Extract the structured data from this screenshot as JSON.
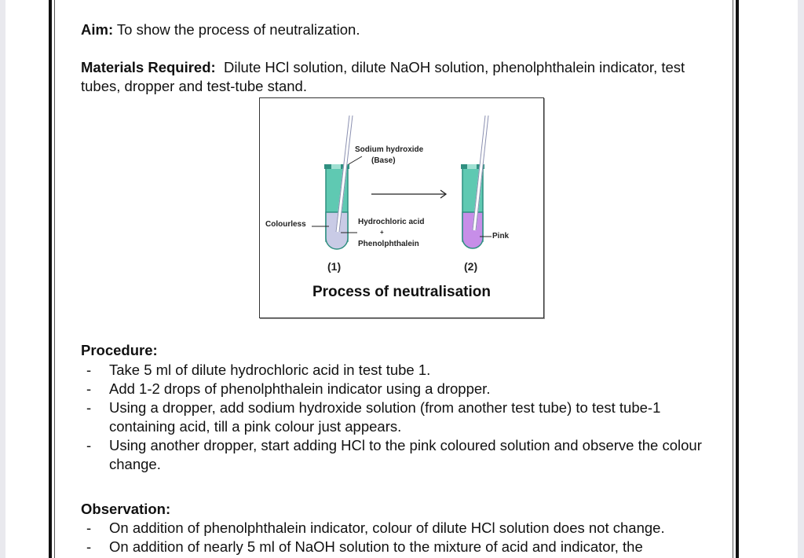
{
  "aim": {
    "label": "Aim:",
    "text": " To show the process of neutralization."
  },
  "materials": {
    "label": "Materials Required:",
    "text": "  Dilute HCl solution, dilute NaOH solution, phenolphthalein indicator, test tubes, dropper and test-tube stand."
  },
  "figure": {
    "label_base_line1": "Sodium hydroxide",
    "label_base_line2": "(Base)",
    "label_colourless": "Colourless",
    "label_acid_line1": "Hydrochloric acid",
    "label_plus": "+",
    "label_acid_line2": "Phenolphthalein",
    "label_pink": "Pink",
    "tube1_number": "(1)",
    "tube2_number": "(2)",
    "caption": "Process of neutralisation",
    "colors": {
      "tube_glass": "#5fc9b2",
      "tube_rim": "#2f8f80",
      "colourless_liquid": "#c9cbe6",
      "pink_liquid": "#c78ee8"
    }
  },
  "procedure": {
    "title": "Procedure:",
    "items": [
      "Take 5 ml of dilute hydrochloric acid in test tube 1.",
      "Add 1-2 drops of phenolphthalein indicator using a dropper.",
      "Using a dropper, add sodium hydroxide solution (from another test tube) to test tube-1 containing acid, till a pink colour just appears.",
      "Using another dropper, start adding HCl to the pink coloured solution and observe the colour change."
    ]
  },
  "observation": {
    "title": "Observation:",
    "items": [
      "On addition of phenolphthalein indicator, colour of dilute HCl solution does not change.",
      "On addition of nearly 5 ml of NaOH solution to the mixture of acid and indicator, the"
    ]
  },
  "bullet": "-"
}
